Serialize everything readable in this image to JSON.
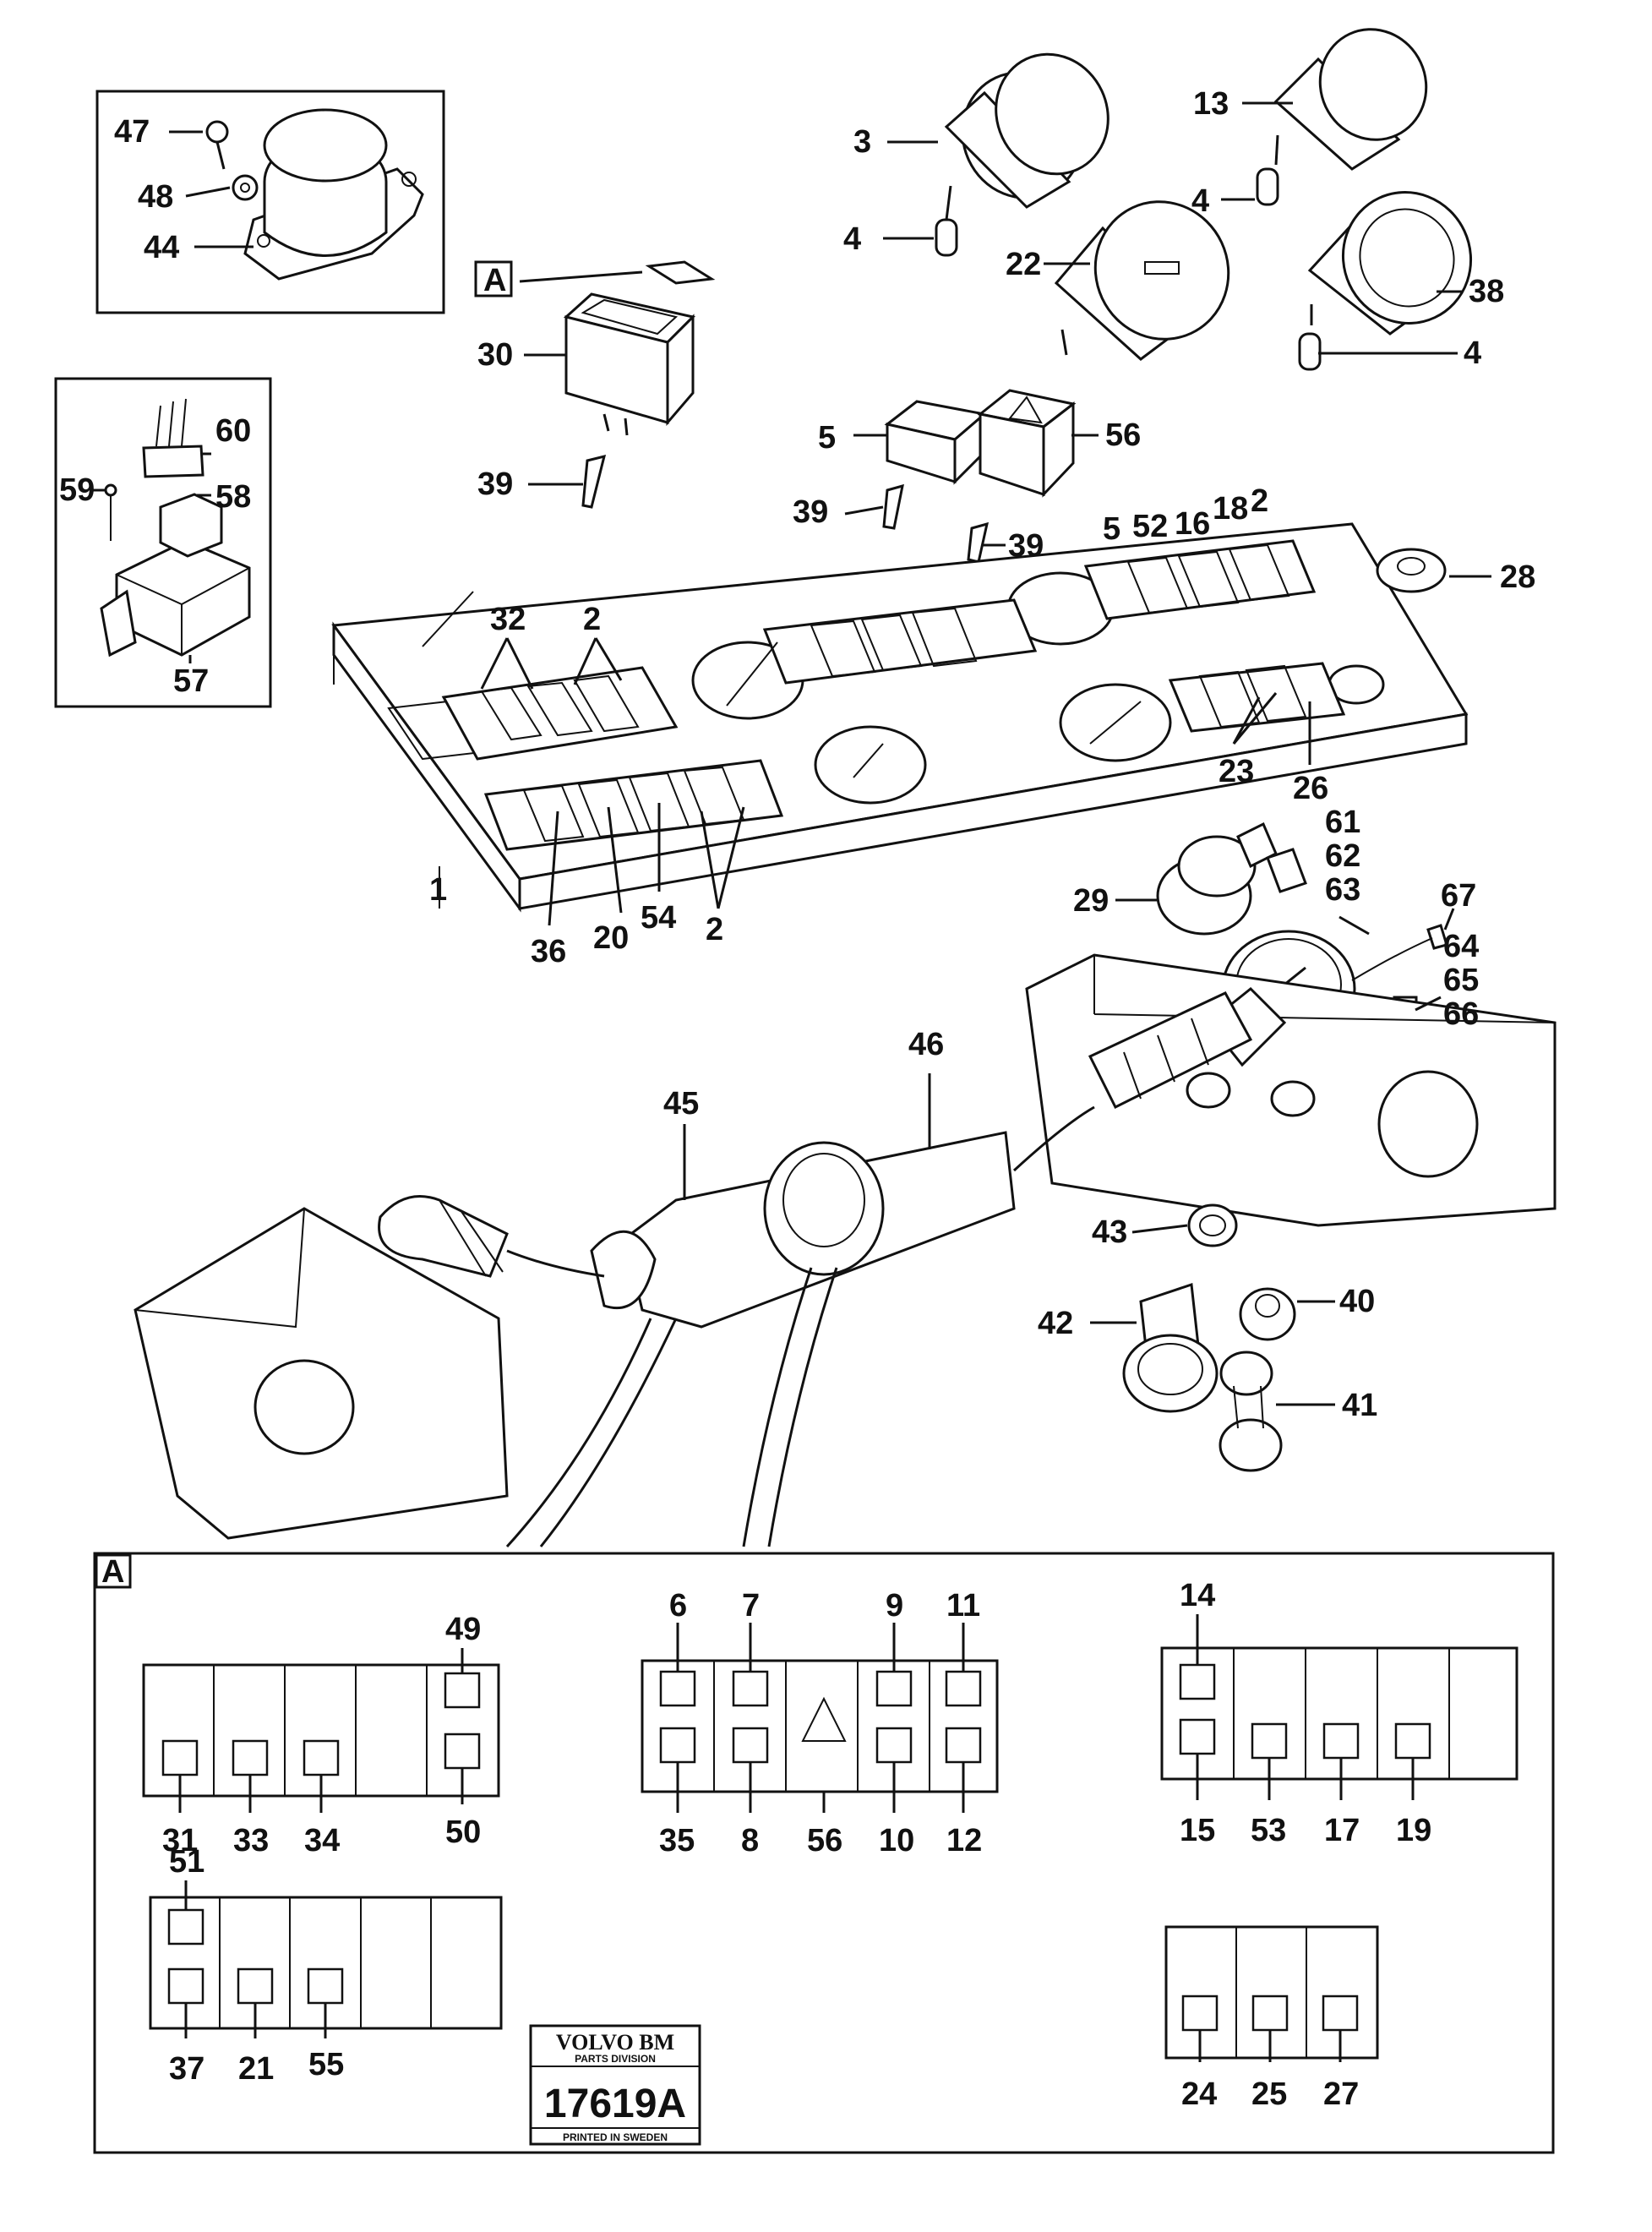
{
  "callouts": {
    "top": [
      "47",
      "48",
      "44",
      "3",
      "4",
      "13",
      "4",
      "22",
      "38",
      "4",
      "A",
      "30",
      "39",
      "60",
      "59",
      "58",
      "57",
      "5",
      "56",
      "39",
      "39",
      "5",
      "52",
      "16",
      "18",
      "2",
      "28",
      "32",
      "2",
      "1",
      "23",
      "26",
      "36",
      "20",
      "54",
      "2",
      "29",
      "61",
      "62",
      "63",
      "67",
      "64",
      "65",
      "66",
      "46",
      "45",
      "43",
      "40",
      "42",
      "41"
    ],
    "panel_a": [
      "49",
      "31",
      "33",
      "34",
      "50",
      "6",
      "7",
      "9",
      "11",
      "35",
      "8",
      "56",
      "10",
      "12",
      "14",
      "15",
      "53",
      "17",
      "19",
      "51",
      "37",
      "21",
      "55",
      "24",
      "25",
      "27"
    ]
  },
  "inset_marker": "A",
  "panel_marker": "A",
  "stamp": {
    "brand": "VOLVO BM",
    "division": "PARTS DIVISION",
    "number": "17619A",
    "footer": "PRINTED IN SWEDEN"
  }
}
